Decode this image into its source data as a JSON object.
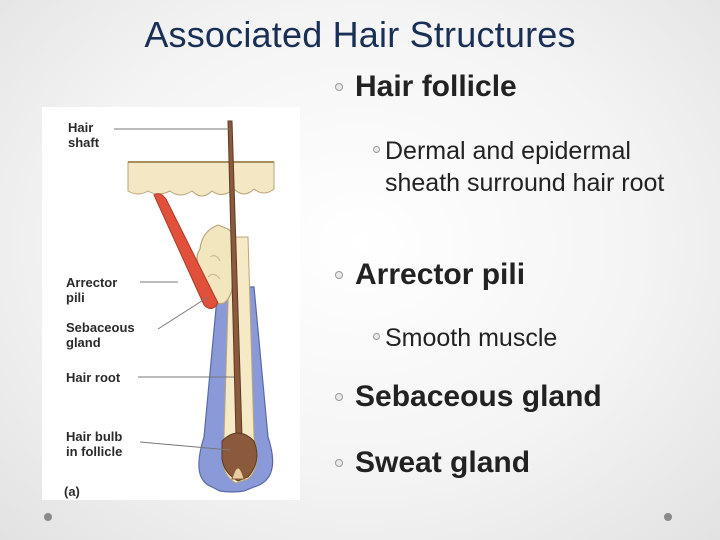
{
  "slide": {
    "title": "Associated Hair Structures"
  },
  "figure": {
    "labels": {
      "hair_shaft": "Hair\nshaft",
      "arrector_pili": "Arrector\npili",
      "sebaceous_gland": "Sebaceous\ngland",
      "hair_root": "Hair root",
      "hair_bulb": "Hair bulb\nin follicle",
      "panel": "(a)"
    }
  },
  "bullets": [
    {
      "text": "Hair follicle",
      "level": 1
    },
    {
      "text": "Dermal and epidermal sheath surround hair root",
      "level": 2
    },
    {
      "text": "Arrector pili",
      "level": 1
    },
    {
      "text": "Smooth muscle",
      "level": 2
    },
    {
      "text": "Sebaceous gland",
      "level": 1
    },
    {
      "text": "Sweat gland",
      "level": 1
    }
  ],
  "colors": {
    "title": "#1a2f55",
    "shaft": "#8b5a3c",
    "muscle": "#e0503a",
    "gland": "#f2e6bf",
    "sheath": "#8a9ad8"
  }
}
